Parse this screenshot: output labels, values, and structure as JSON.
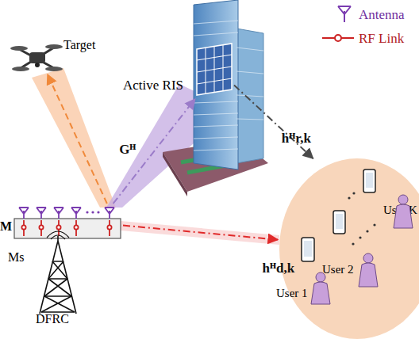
{
  "diagram": {
    "nodes": [
      {
        "text": [
          "Target"
        ]
      },
      {
        "text": [
          "Active RIS"
        ]
      },
      {
        "text": [
          "M"
        ]
      },
      {
        "text": [
          "Ms",
          "DFRC"
        ]
      },
      {
        "text": []
      },
      {
        "text": [
          "User 1"
        ],
        "in": 4
      },
      {
        "text": [
          "User 2"
        ],
        "in": 4
      },
      {
        "text": [
          "User K"
        ],
        "in": 4
      }
    ],
    "edges": [
      {
        "from": 2,
        "to": 0,
        "arrow": "to"
      },
      {
        "from": 2,
        "to": 1,
        "label": "Gᴴ",
        "arrow": "to"
      },
      {
        "from": 1,
        "to": 4,
        "label": "hᴴr,k",
        "arrow": "to"
      },
      {
        "from": 2,
        "to": 4,
        "label": "hᴴd,k",
        "arrow": "to"
      }
    ],
    "legend": [
      {
        "text": "Antenna"
      },
      {
        "text": "RF Link"
      }
    ]
  }
}
